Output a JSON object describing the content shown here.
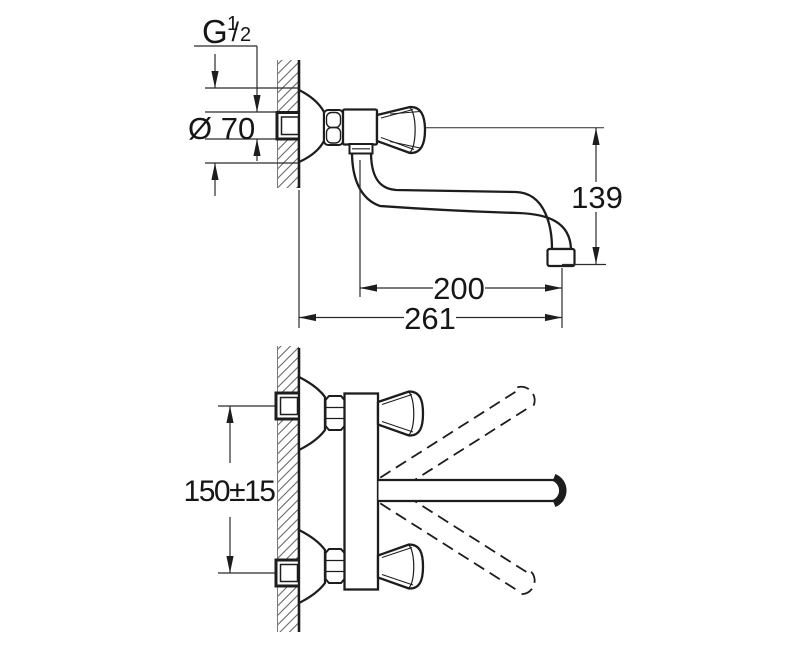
{
  "dimensions": {
    "thread": {
      "letter": "G",
      "numerator": "1",
      "slash": "/",
      "denominator": "2"
    },
    "flange_diameter": "Ø 70",
    "spout_height": "139",
    "spout_reach": "200",
    "overall_depth": "261",
    "inlet_spacing": "150±15"
  },
  "colors": {
    "line": "#1d1d1d",
    "dimension_line": "#2b2b2b",
    "hatch": "#6a6a6a",
    "background": "#ffffff"
  }
}
